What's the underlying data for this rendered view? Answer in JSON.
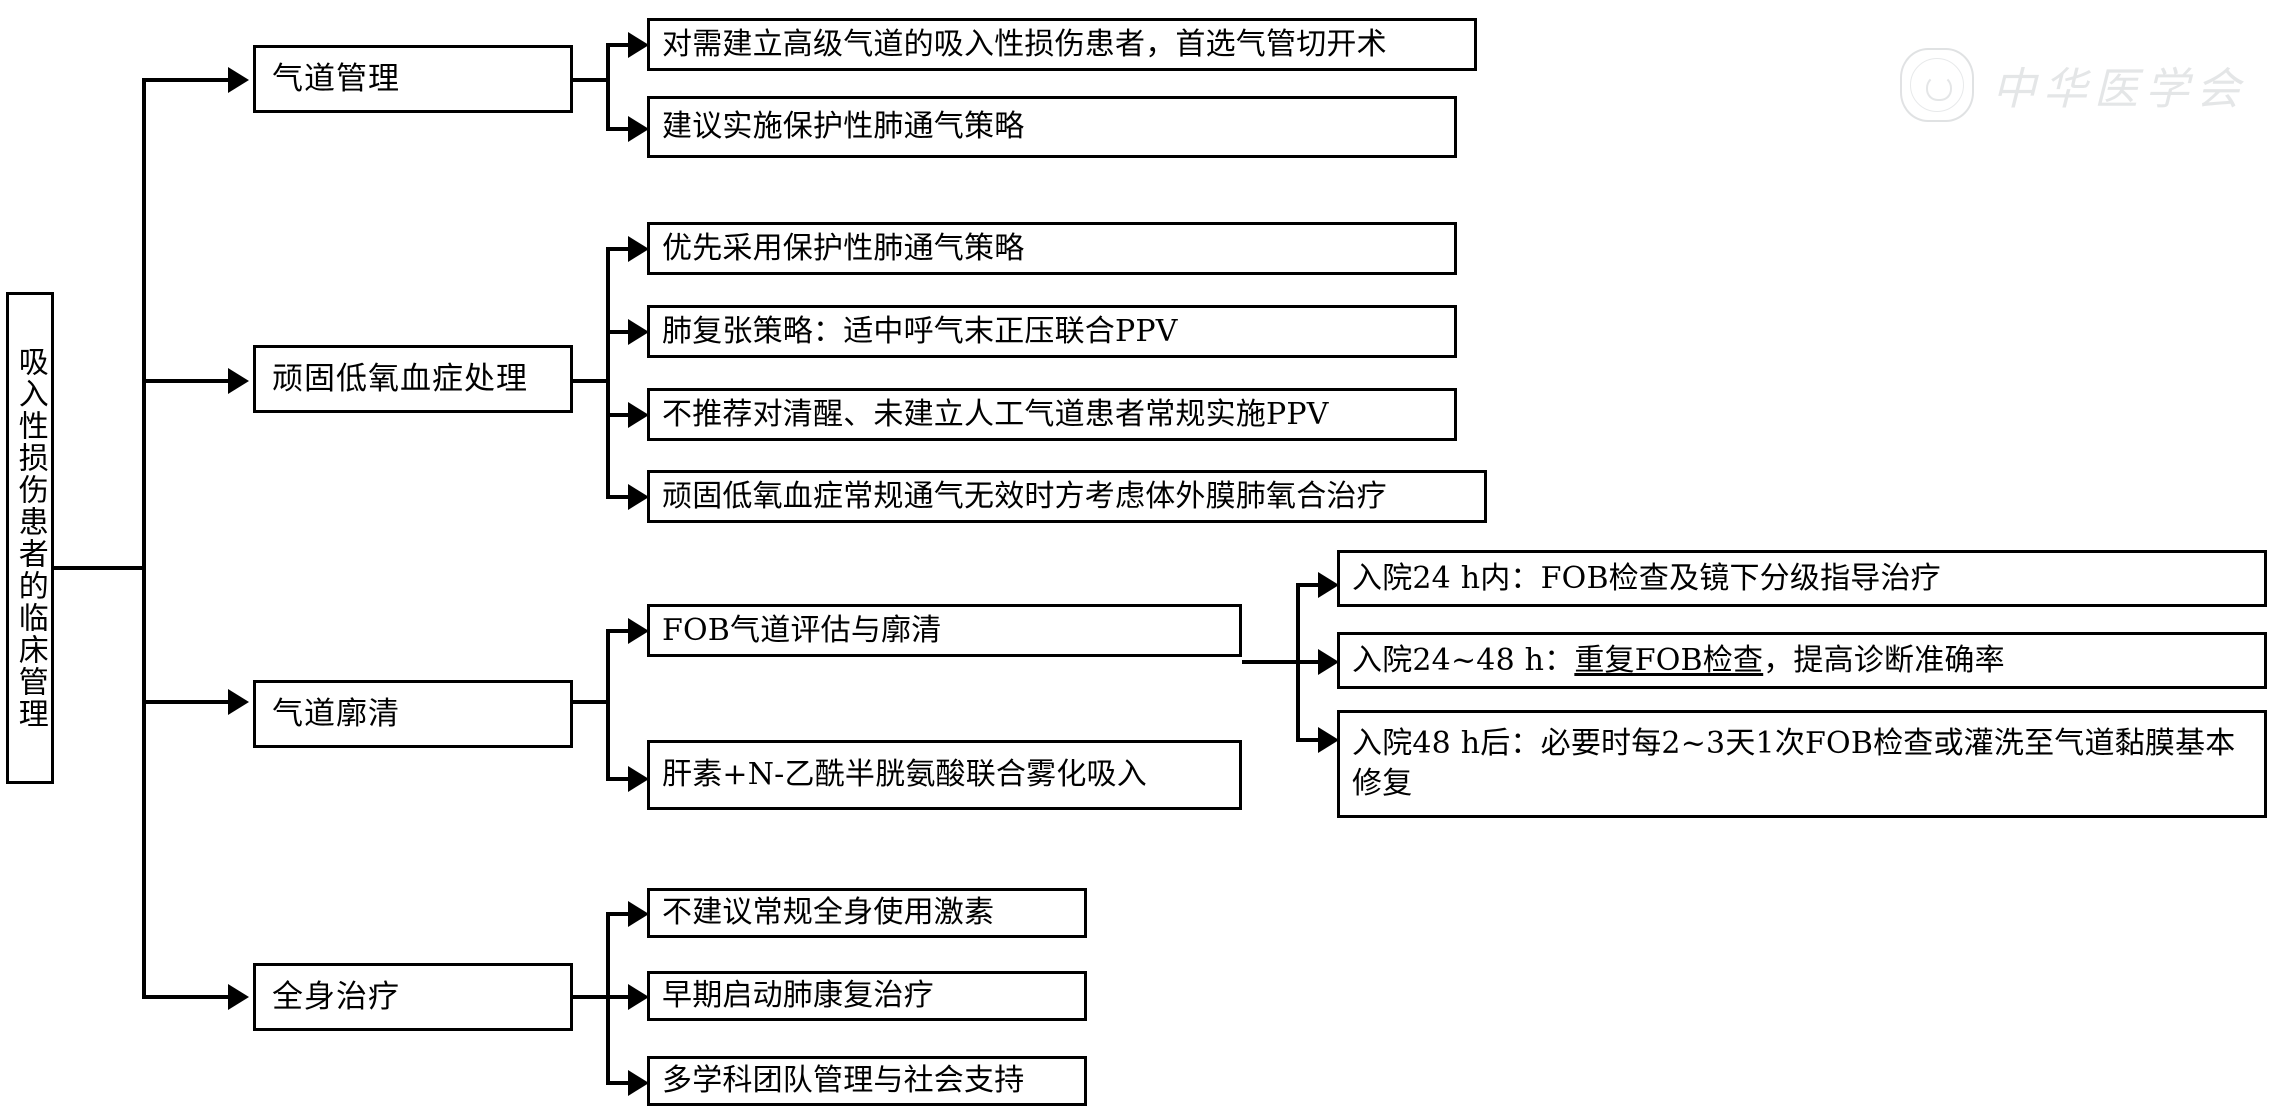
{
  "diagram": {
    "title_vertical": "吸入性损伤患者的临床管理",
    "root": {
      "label": "吸入性损伤患者的临床管理"
    },
    "branches": [
      {
        "id": "airway-management",
        "label": "气道管理",
        "children": [
          {
            "id": "tracheostomy",
            "label": "对需建立高级气道的吸入性损伤患者，首选气管切开术"
          },
          {
            "id": "protective-ventilation",
            "label": "建议实施保护性肺通气策略"
          }
        ]
      },
      {
        "id": "refractory-hypoxemia",
        "label": "顽固低氧血症处理",
        "children": [
          {
            "id": "priority-protective-ventilation",
            "label": "优先采用保护性肺通气策略"
          },
          {
            "id": "lung-recruitment",
            "label": "肺复张策略：适中呼气末正压联合PPV"
          },
          {
            "id": "no-routine-ppv",
            "label": "不推荐对清醒、未建立人工气道患者常规实施PPV"
          },
          {
            "id": "ecmo",
            "label": "顽固低氧血症常规通气无效时方考虑体外膜肺氧合治疗"
          }
        ]
      },
      {
        "id": "airway-clearance",
        "label": "气道廓清",
        "children": [
          {
            "id": "fob-assessment",
            "label": "FOB气道评估与廓清"
          },
          {
            "id": "heparin-nac",
            "label": "肝素+N-乙酰半胱氨酸联合雾化吸入"
          }
        ],
        "grandchildren": [
          {
            "id": "fob-within-24h",
            "prefix": "入院24 h内：FOB检查及镜下分级指导治疗",
            "underline": "",
            "suffix": ""
          },
          {
            "id": "fob-24-48h",
            "prefix": "入院24~48 h：",
            "underline": "重复FOB检查",
            "suffix": "，提高诊断准确率"
          },
          {
            "id": "fob-after-48h",
            "prefix": "入院48 h后：必要时每2~3天1次FOB检查或灌洗至气道黏膜基本修复",
            "underline": "",
            "suffix": ""
          }
        ]
      },
      {
        "id": "systemic-treatment",
        "label": "全身治疗",
        "children": [
          {
            "id": "no-routine-steroids",
            "label": "不建议常规全身使用激素"
          },
          {
            "id": "early-pulmonary-rehab",
            "label": "早期启动肺康复治疗"
          },
          {
            "id": "multidisciplinary-support",
            "label": "多学科团队管理与社会支持"
          }
        ]
      }
    ],
    "watermark": {
      "text": "中华医学会",
      "emblem_name": "chinese-medical-association-emblem"
    },
    "colors": {
      "stroke": "#000000",
      "background": "#ffffff",
      "watermark": "#a9aeb3"
    }
  }
}
